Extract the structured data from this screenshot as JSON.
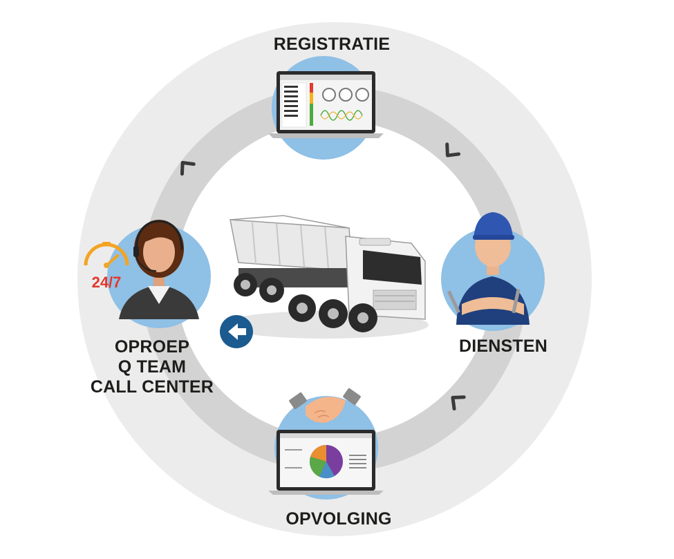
{
  "steps": {
    "top": {
      "label": "REGISTRATIE",
      "illustration": "laptop-dashboard"
    },
    "right": {
      "label": "DIENSTEN",
      "illustration": "mechanic"
    },
    "bottom": {
      "label": "OPVOLGING",
      "illustration": "laptop-pie-chart-handshake"
    },
    "left": {
      "lines": [
        "OPROEP",
        "Q TEAM",
        "CALL CENTER"
      ],
      "illustration": "call-center-agent",
      "badge": "24/7"
    }
  },
  "center": {
    "illustration": "dump-truck",
    "arrow_icon": "arrow-left-icon"
  },
  "colors": {
    "outer_disc": "#ececec",
    "ring": "#d3d3d3",
    "bubble": "#8fc0e6",
    "arrow_circle": "#1b5b8f",
    "chevron": "#3a3a3a",
    "badge_text": "#e2382d",
    "clock": "#f3a423"
  }
}
